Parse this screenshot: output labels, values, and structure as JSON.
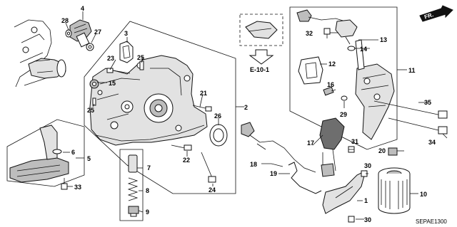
{
  "diagram": {
    "labels": [
      "1",
      "2",
      "3",
      "4",
      "5",
      "6",
      "7",
      "8",
      "9",
      "10",
      "11",
      "12",
      "13",
      "14",
      "15",
      "16",
      "17",
      "18",
      "19",
      "20",
      "21",
      "22",
      "23",
      "24",
      "25",
      "26",
      "27",
      "28",
      "29",
      "30",
      "31",
      "32",
      "33",
      "34",
      "35"
    ],
    "ref": "E-10-1",
    "front_marker": "FR.",
    "code": "SEPAE1300"
  }
}
